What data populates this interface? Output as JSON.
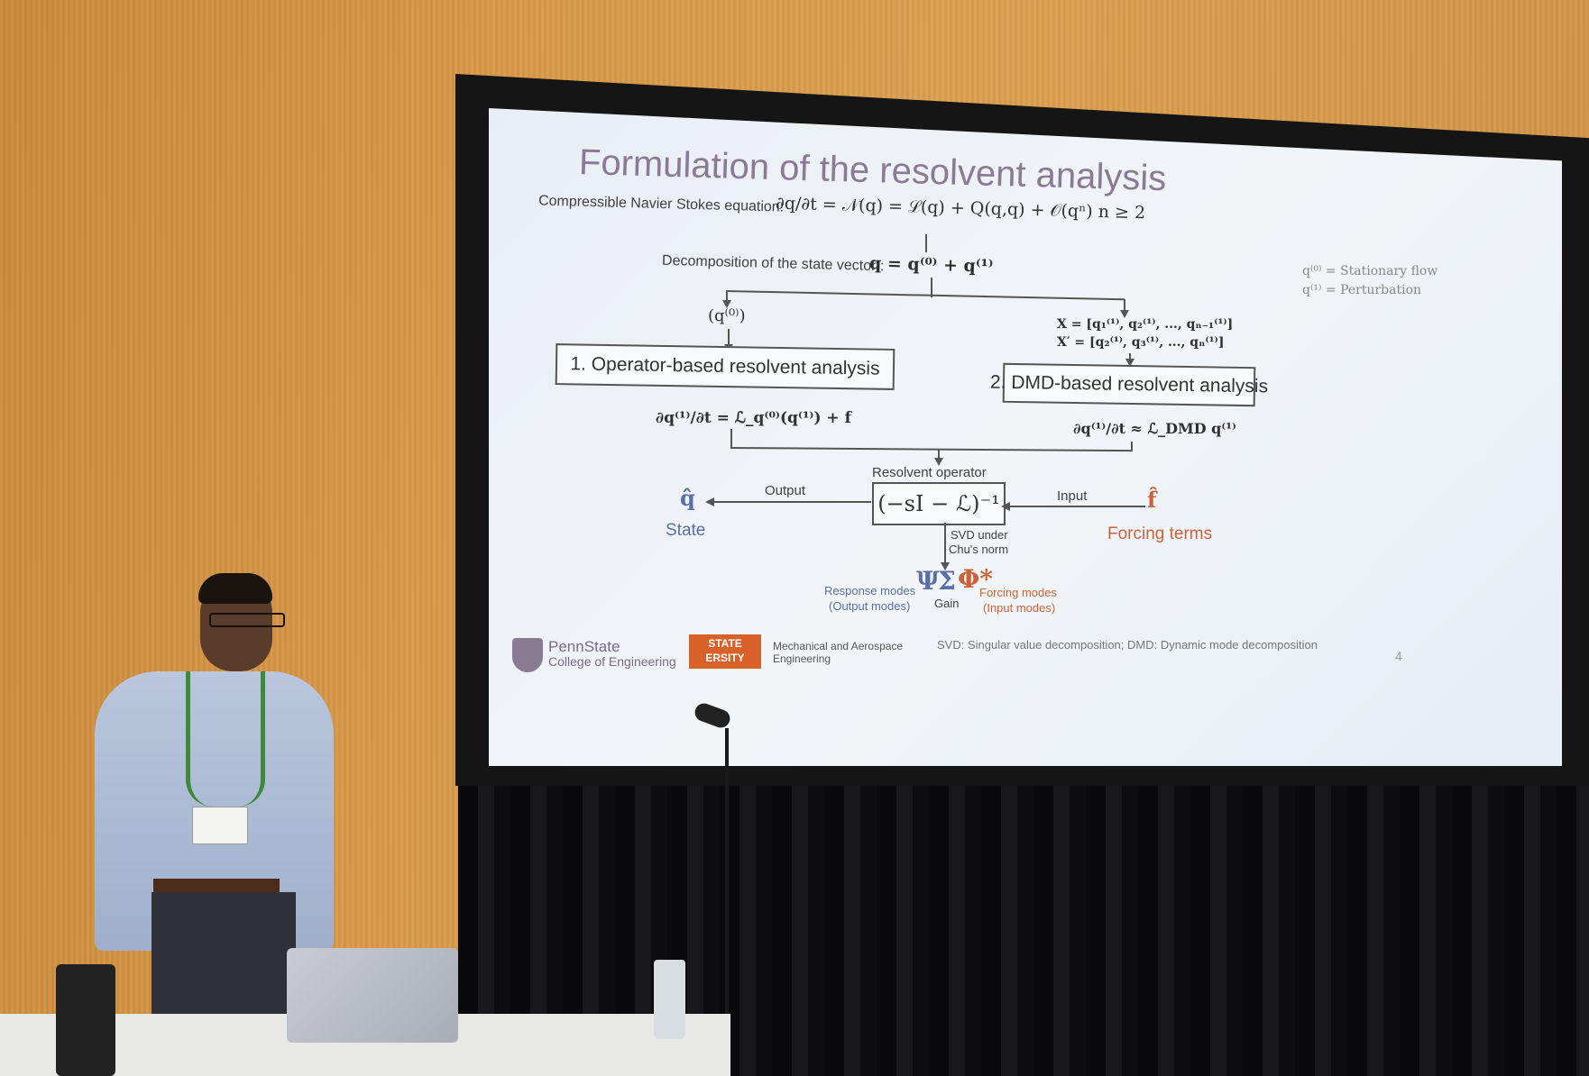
{
  "slide": {
    "title": "Formulation of the resolvent analysis",
    "ns_label": "Compressible Navier Stokes equation:",
    "ns_equation": "∂q/∂t = 𝒩(q) = ℒ(q) + Q(q,q) + 𝒪(qⁿ)   n ≥ 2",
    "decomp_label": "Decomposition of the state vector :",
    "decomp_equation": "q = q⁽⁰⁾ + q⁽¹⁾",
    "legend_1": "q⁽⁰⁾  =   Stationary flow",
    "legend_2": "q⁽¹⁾  =   Perturbation",
    "left_input": "(q⁽⁰⁾)",
    "snap_x": "X = [q₁⁽¹⁾, q₂⁽¹⁾, ..., qₙ₋₁⁽¹⁾]",
    "snap_xp": "X′ = [q₂⁽¹⁾, q₃⁽¹⁾, ..., qₙ⁽¹⁾]",
    "box_left": "1. Operator-based resolvent analysis",
    "box_right": "2. DMD-based resolvent analysis",
    "eq_left": "∂q⁽¹⁾/∂t = ℒ_q⁽⁰⁾(q⁽¹⁾) + f",
    "eq_right": "∂q⁽¹⁾/∂t ≈ ℒ_DMD q⁽¹⁾",
    "resolvent_label": "Resolvent operator",
    "resolvent_eq": "(−sI − ℒ)⁻¹",
    "output_label": "Output",
    "input_label": "Input",
    "q_hat": "q̂",
    "f_hat": "f̂",
    "state_label": "State",
    "forcing_label": "Forcing terms",
    "svd_label_1": "SVD under",
    "svd_label_2": "Chu's norm",
    "response_1": "Response modes",
    "response_2": "(Output modes)",
    "psi": "Ψ",
    "sigma": "Σ",
    "phi": "Φ*",
    "gain": "Gain",
    "forcing_1": "Forcing modes",
    "forcing_2": "(Input modes)",
    "ps_name": "PennState",
    "ps_college": "College of Engineering",
    "osu_name": "STATE",
    "osu_sub": "ERSITY",
    "mae_1": "Mechanical and Aerospace",
    "mae_2": "Engineering",
    "footnote": "SVD: Singular value decomposition; DMD: Dynamic mode decomposition",
    "page_number": "4"
  },
  "colors": {
    "title": "#8a7b95",
    "state_blue": "#5a6ea8",
    "forcing_orange": "#c9643a",
    "wall": "#d99a4a"
  }
}
